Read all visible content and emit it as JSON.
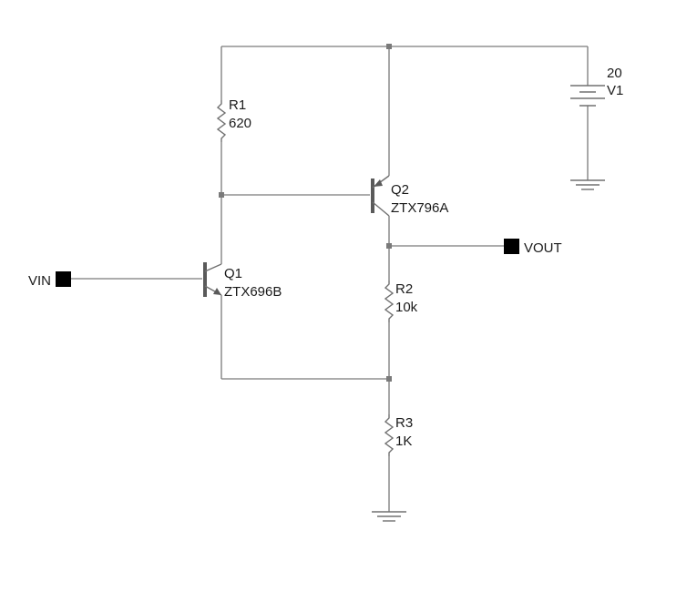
{
  "components": {
    "r1": {
      "ref": "R1",
      "value": "620"
    },
    "r2": {
      "ref": "R2",
      "value": "10k"
    },
    "r3": {
      "ref": "R3",
      "value": "1K"
    },
    "q1": {
      "ref": "Q1",
      "model": "ZTX696B",
      "type": "NPN"
    },
    "q2": {
      "ref": "Q2",
      "model": "ZTX796A",
      "type": "PNP"
    },
    "v1": {
      "ref": "V1",
      "value": "20"
    }
  },
  "ports": {
    "vin": "VIN",
    "vout": "VOUT"
  },
  "icons": {
    "ground": "ground-icon",
    "battery": "battery-icon",
    "resistor": "resistor-icon",
    "npn": "npn-transistor-icon",
    "pnp": "pnp-transistor-icon"
  },
  "colors": {
    "wire": "#7a7a7a",
    "text": "#1a1a1a",
    "port": "#000000"
  }
}
